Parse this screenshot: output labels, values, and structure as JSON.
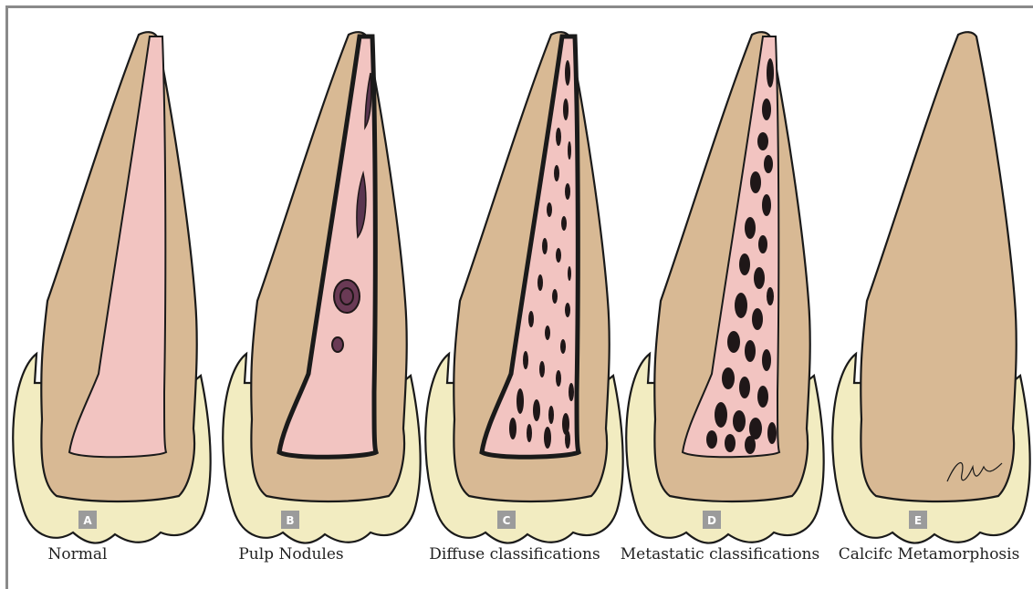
{
  "colors": {
    "enamel": "#f2ecc1",
    "dentin": "#d8b994",
    "pulp": "#f2c4c1",
    "calcification": "#1f1718",
    "badge": "#9b9b9b",
    "outline": "#1a1a1a"
  },
  "panels": [
    {
      "badge": "A",
      "caption": "Normal",
      "type": "normal"
    },
    {
      "badge": "B",
      "caption": "Pulp Nodules",
      "type": "nodules"
    },
    {
      "badge": "C",
      "caption": "Diffuse classifications",
      "type": "diffuse"
    },
    {
      "badge": "D",
      "caption": "Metastatic classifications",
      "type": "metastatic"
    },
    {
      "badge": "E",
      "caption": "Calcifc Metamorphosis",
      "type": "obliterated"
    }
  ]
}
